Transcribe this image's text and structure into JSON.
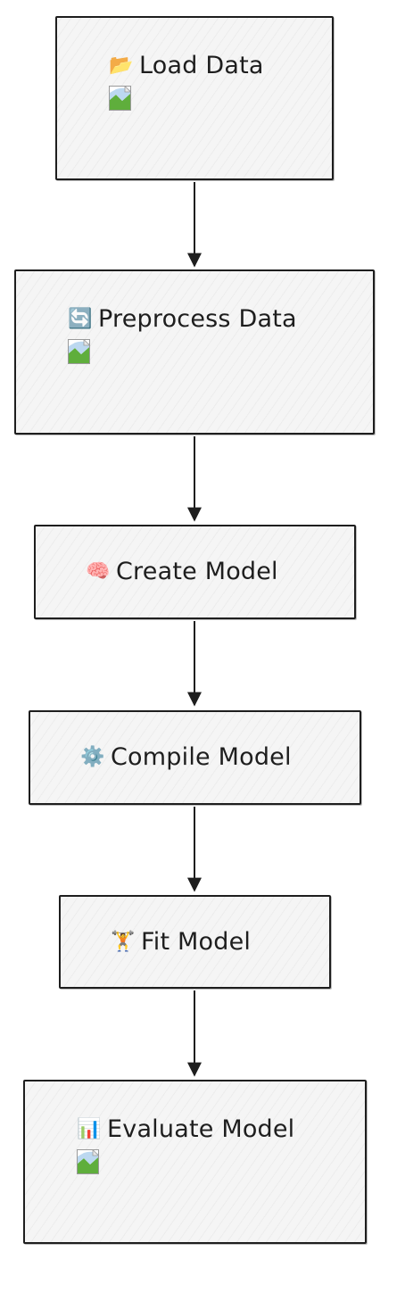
{
  "nodes": [
    {
      "id": "load",
      "icon": "folder-icon",
      "icon_glyph": "📂",
      "label": "Load Data",
      "has_image": true
    },
    {
      "id": "preprocess",
      "icon": "refresh-icon",
      "icon_glyph": "🔄",
      "label": "Preprocess Data",
      "has_image": true
    },
    {
      "id": "create",
      "icon": "brain-icon",
      "icon_glyph": "🧠",
      "label": "Create Model",
      "has_image": false
    },
    {
      "id": "compile",
      "icon": "gear-icon",
      "icon_glyph": "⚙️",
      "label": "Compile Model",
      "has_image": false
    },
    {
      "id": "fit",
      "icon": "weightlifter-icon",
      "icon_glyph": "🏋",
      "label": "Fit Model",
      "has_image": false
    },
    {
      "id": "evaluate",
      "icon": "bar-chart-icon",
      "icon_glyph": "📊",
      "label": "Evaluate Model",
      "has_image": true
    }
  ],
  "edges": [
    {
      "from": "load",
      "to": "preprocess"
    },
    {
      "from": "preprocess",
      "to": "create"
    },
    {
      "from": "create",
      "to": "compile"
    },
    {
      "from": "compile",
      "to": "fit"
    },
    {
      "from": "fit",
      "to": "evaluate"
    }
  ],
  "colors": {
    "stroke": "#1e1e1e",
    "fill": "#f5f5f5"
  }
}
